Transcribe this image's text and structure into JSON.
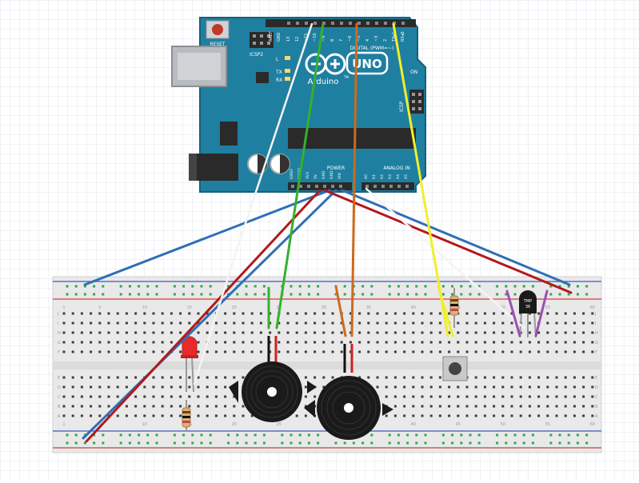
{
  "arduino": {
    "reset_label": "RESET",
    "icsp2_label": "ICSP2",
    "icsp_label": "ICSP",
    "l_label": "L",
    "tx_label": "TX",
    "rx_label": "RX",
    "on_label": "ON",
    "brand": "Arduino",
    "tm": "TM",
    "model": "UNO",
    "digital_label": "DIGITAL (PWM=~)",
    "power_label": "POWER",
    "analog_label": "ANALOG IN",
    "aref_label": "AREF",
    "gnd_label": "GND",
    "digital_pins": [
      "13",
      "12",
      "~11",
      "~10",
      "~9",
      "8",
      "7",
      "~6",
      "~5",
      "4",
      "~3",
      "2",
      "TX▸1",
      "RX◂0"
    ],
    "power_pins": [
      "IOREF",
      "RESET",
      "3V3",
      "5V",
      "GND",
      "GND",
      "VIN"
    ],
    "analog_pins": [
      "A0",
      "A1",
      "A2",
      "A3",
      "A4",
      "A5"
    ]
  },
  "breadboard": {
    "column_numbers": [
      "1",
      "5",
      "10",
      "15",
      "20",
      "25",
      "30",
      "35",
      "40",
      "45",
      "50",
      "55",
      "60"
    ],
    "row_letters_top": [
      "J",
      "I",
      "H",
      "G",
      "F"
    ],
    "row_letters_bottom": [
      "E",
      "D",
      "C",
      "B",
      "A"
    ]
  },
  "components": {
    "temp_sensor_label": "TMP\n36",
    "button": "push-button",
    "led": "red LED",
    "buzzers": 2
  },
  "colors": {
    "board": "#1f7fa0",
    "board_dark": "#16607a",
    "wire_white": "#f4f4f4",
    "wire_green": "#35b02e",
    "wire_orange": "#cc6a1c",
    "wire_yellow": "#f2ee2a",
    "wire_red": "#b3191c",
    "wire_blue": "#2f6fb6",
    "wire_purple": "#9a4fb1",
    "rail_red": "#d63b3b",
    "rail_blue": "#3b57c4",
    "hole_green": "#2fa84f"
  }
}
